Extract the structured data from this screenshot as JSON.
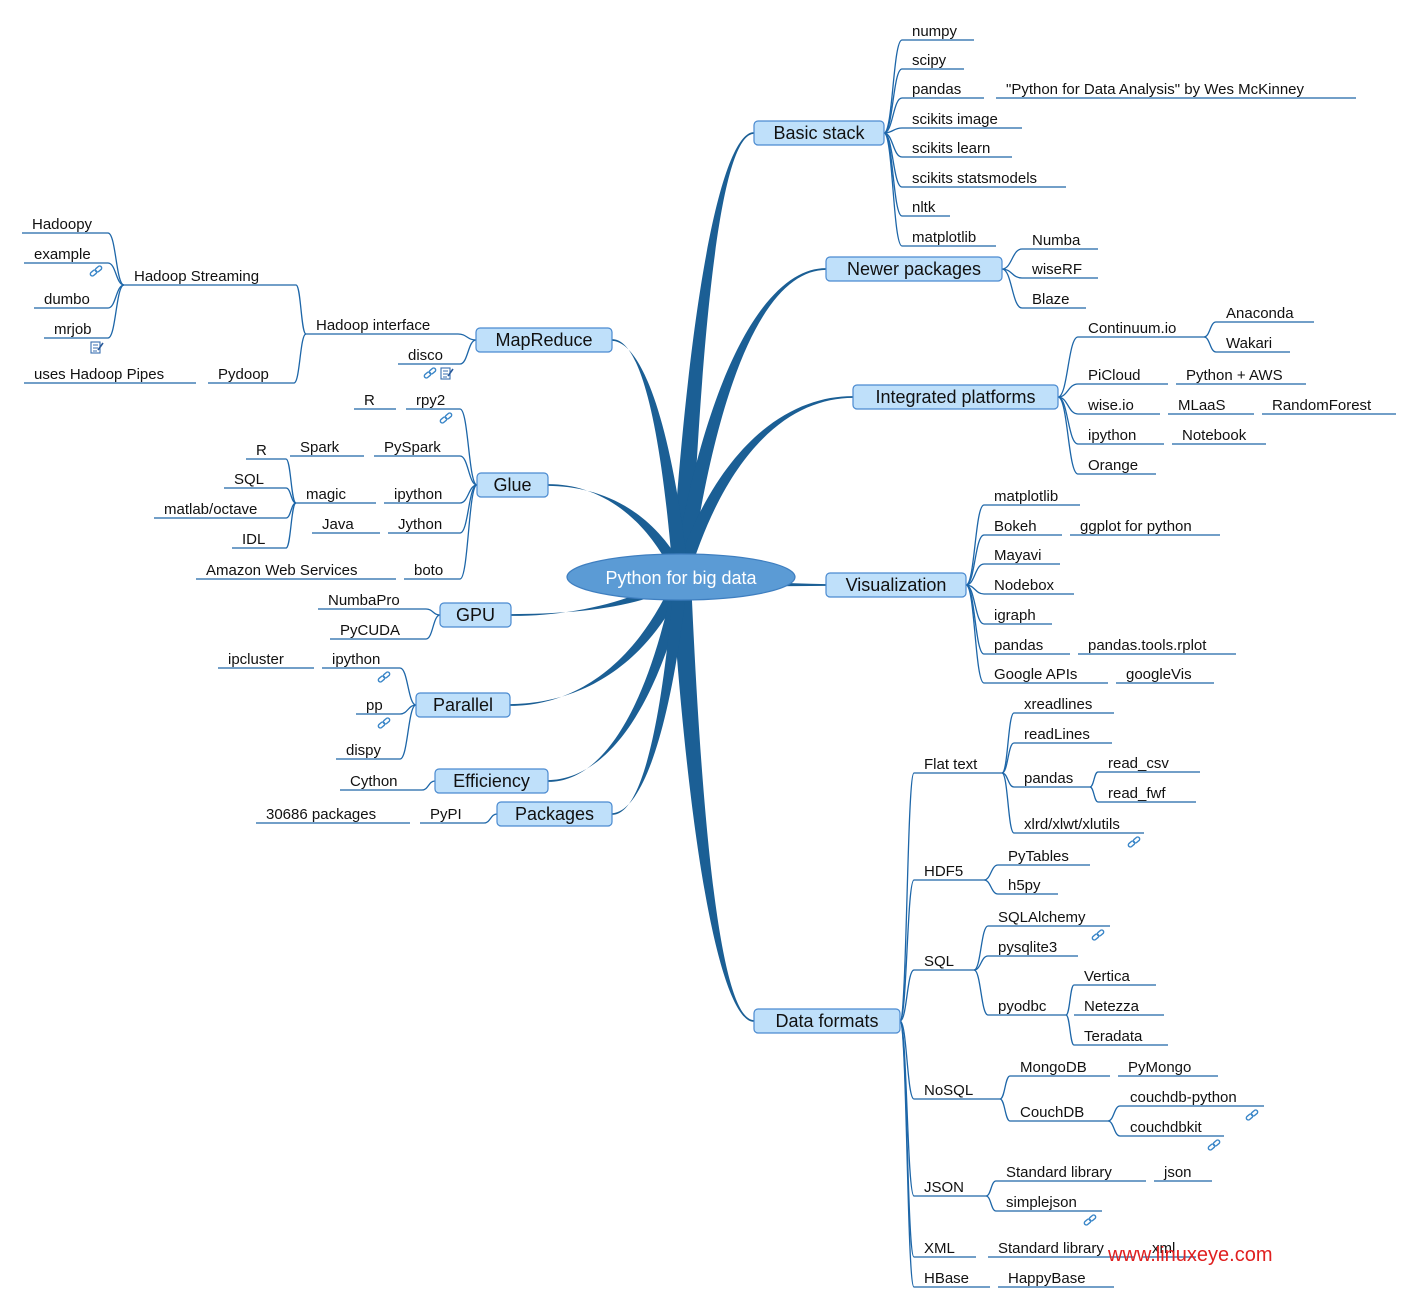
{
  "center": {
    "label": "Python for big data"
  },
  "colors": {
    "trunk": "#1b5f95",
    "line": "#1d66a8",
    "center_fill": "#5b9bd5",
    "main_fill": "#bfe0fa",
    "main_border": "#4a8ad0",
    "link_icon": "#3a86c8",
    "note_icon": "#3a6fb0",
    "watermark": "#e02020"
  },
  "watermark": "www.linuxeye.com",
  "topics": [
    {
      "label": "Basic stack",
      "side": "right",
      "children": [
        {
          "label": "numpy"
        },
        {
          "label": "scipy"
        },
        {
          "label": "pandas",
          "children": [
            {
              "label": "\"Python for Data Analysis\" by Wes McKinney"
            }
          ]
        },
        {
          "label": "scikits image"
        },
        {
          "label": "scikits learn"
        },
        {
          "label": "scikits statsmodels"
        },
        {
          "label": "nltk"
        },
        {
          "label": "matplotlib"
        }
      ]
    },
    {
      "label": "Newer packages",
      "side": "right",
      "children": [
        {
          "label": "Numba"
        },
        {
          "label": "wiseRF"
        },
        {
          "label": "Blaze"
        }
      ]
    },
    {
      "label": "Integrated platforms",
      "side": "right",
      "children": [
        {
          "label": "Continuum.io",
          "children": [
            {
              "label": "Anaconda"
            },
            {
              "label": "Wakari"
            }
          ]
        },
        {
          "label": "PiCloud",
          "children": [
            {
              "label": "Python + AWS"
            }
          ]
        },
        {
          "label": "wise.io",
          "children": [
            {
              "label": "MLaaS",
              "children": [
                {
                  "label": "RandomForest"
                }
              ]
            }
          ]
        },
        {
          "label": "ipython",
          "children": [
            {
              "label": "Notebook"
            }
          ]
        },
        {
          "label": "Orange"
        }
      ]
    },
    {
      "label": "Visualization",
      "side": "right",
      "children": [
        {
          "label": "matplotlib"
        },
        {
          "label": "Bokeh",
          "children": [
            {
              "label": "ggplot for python"
            }
          ]
        },
        {
          "label": "Mayavi"
        },
        {
          "label": "Nodebox"
        },
        {
          "label": "igraph"
        },
        {
          "label": "pandas",
          "children": [
            {
              "label": "pandas.tools.rplot"
            }
          ]
        },
        {
          "label": "Google APIs",
          "children": [
            {
              "label": "googleVis"
            }
          ]
        }
      ]
    },
    {
      "label": "Data formats",
      "side": "right",
      "children": [
        {
          "label": "Flat text",
          "children": [
            {
              "label": "xreadlines"
            },
            {
              "label": "readLines"
            },
            {
              "label": "pandas",
              "children": [
                {
                  "label": "read_csv"
                },
                {
                  "label": "read_fwf"
                }
              ]
            },
            {
              "label": "xlrd/xlwt/xlutils",
              "icon": "link"
            }
          ]
        },
        {
          "label": "HDF5",
          "children": [
            {
              "label": "PyTables"
            },
            {
              "label": "h5py"
            }
          ]
        },
        {
          "label": "SQL",
          "children": [
            {
              "label": "SQLAlchemy",
              "icon": "link"
            },
            {
              "label": "pysqlite3"
            },
            {
              "label": "pyodbc",
              "children": [
                {
                  "label": "Vertica"
                },
                {
                  "label": "Netezza"
                },
                {
                  "label": "Teradata"
                }
              ]
            }
          ]
        },
        {
          "label": "NoSQL",
          "children": [
            {
              "label": "MongoDB",
              "children": [
                {
                  "label": "PyMongo"
                }
              ]
            },
            {
              "label": "CouchDB",
              "children": [
                {
                  "label": "couchdb-python",
                  "icon": "link"
                },
                {
                  "label": "couchdbkit",
                  "icon": "link"
                }
              ]
            }
          ]
        },
        {
          "label": "JSON",
          "children": [
            {
              "label": "Standard library",
              "children": [
                {
                  "label": "json"
                }
              ]
            },
            {
              "label": "simplejson",
              "icon": "link"
            }
          ]
        },
        {
          "label": "XML",
          "children": [
            {
              "label": "Standard library",
              "children": [
                {
                  "label": "xml"
                }
              ]
            }
          ]
        },
        {
          "label": "HBase",
          "children": [
            {
              "label": "HappyBase"
            }
          ]
        }
      ]
    },
    {
      "label": "MapReduce",
      "side": "left",
      "children": [
        {
          "label": "Hadoop interface",
          "children": [
            {
              "label": "Hadoop Streaming",
              "children": [
                {
                  "label": "Hadoopy"
                },
                {
                  "label": "example",
                  "icon": "link"
                },
                {
                  "label": "dumbo"
                },
                {
                  "label": "mrjob",
                  "icon": "note"
                }
              ]
            },
            {
              "label": "Pydoop",
              "children": [
                {
                  "label": "uses Hadoop Pipes"
                }
              ]
            }
          ]
        },
        {
          "label": "disco",
          "icon": "link-note"
        }
      ]
    },
    {
      "label": "Glue",
      "side": "left",
      "children": [
        {
          "label": "rpy2",
          "icon": "link",
          "children": [
            {
              "label": "R"
            }
          ]
        },
        {
          "label": "PySpark",
          "children": [
            {
              "label": "Spark"
            }
          ]
        },
        {
          "label": "ipython",
          "children": [
            {
              "label": "magic",
              "children": [
                {
                  "label": "R"
                },
                {
                  "label": "SQL"
                },
                {
                  "label": "matlab/octave"
                },
                {
                  "label": "IDL"
                }
              ]
            }
          ]
        },
        {
          "label": "Jython",
          "children": [
            {
              "label": "Java"
            }
          ]
        },
        {
          "label": "boto",
          "children": [
            {
              "label": "Amazon Web Services"
            }
          ]
        }
      ]
    },
    {
      "label": "GPU",
      "side": "left",
      "children": [
        {
          "label": "NumbaPro"
        },
        {
          "label": "PyCUDA"
        }
      ]
    },
    {
      "label": "Parallel",
      "side": "left",
      "children": [
        {
          "label": "ipython",
          "icon": "link",
          "children": [
            {
              "label": "ipcluster"
            }
          ]
        },
        {
          "label": "pp",
          "icon": "link"
        },
        {
          "label": "dispy"
        }
      ]
    },
    {
      "label": "Efficiency",
      "side": "left",
      "children": [
        {
          "label": "Cython"
        }
      ]
    },
    {
      "label": "Packages",
      "side": "left",
      "children": [
        {
          "label": "PyPI",
          "children": [
            {
              "label": "30686 packages"
            }
          ]
        }
      ]
    }
  ]
}
